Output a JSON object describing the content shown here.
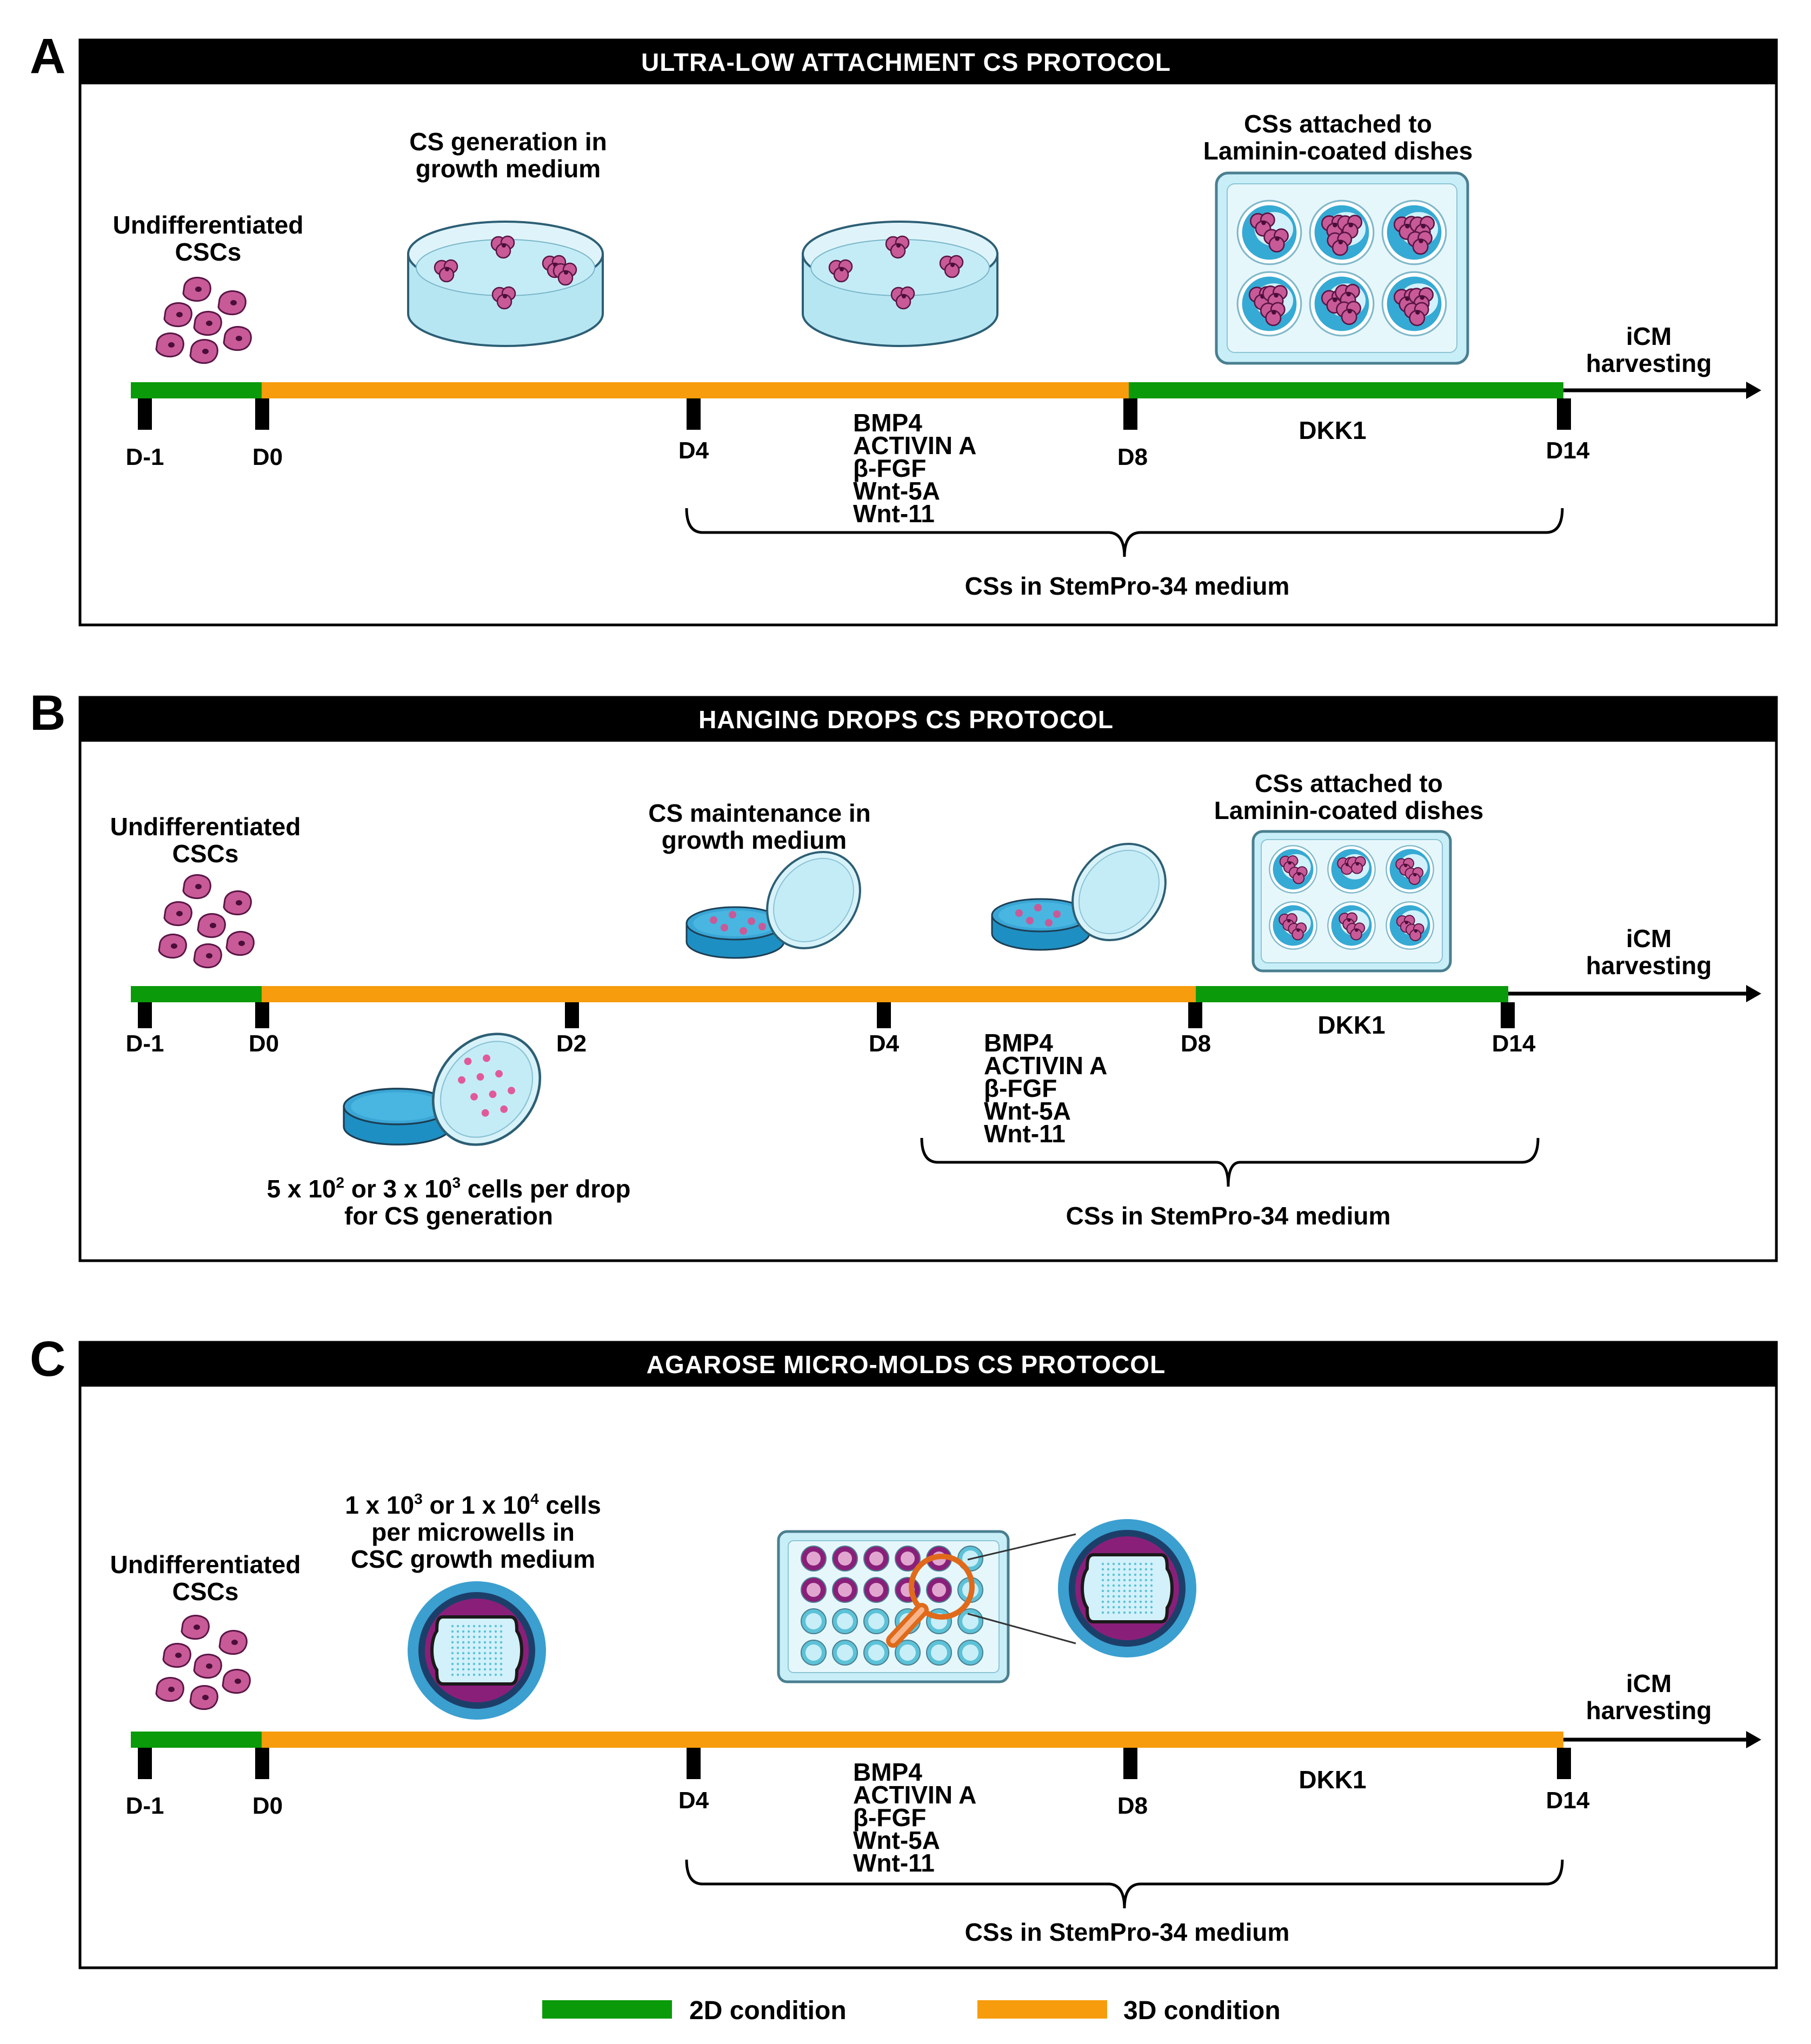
{
  "colors": {
    "two_d": "#0a9a0a",
    "three_d": "#f79c0c",
    "frame": "#000000",
    "cell": "#c85a98",
    "dish_rim": "#aee2f0",
    "well_blue": "#3fb3d6",
    "mold_purple": "#8a1f7a",
    "magnifier": "#e06a1a"
  },
  "panels": [
    {
      "letter": "A",
      "title": "ULTRA-LOW ATTACHMENT CS PROTOCOL",
      "start_label": [
        "Undifferentiated",
        "CSCs"
      ],
      "stage_label": [
        "CS generation in",
        "growth medium"
      ],
      "attach_label": [
        "CSs attached to",
        "Laminin-coated dishes"
      ],
      "end_label": [
        "iCM",
        "harvesting"
      ],
      "days": [
        "D-1",
        "D0",
        "D4",
        "D8",
        "D14"
      ],
      "factors": [
        "BMP4",
        "ACTIVIN A",
        "β-FGF",
        "Wnt-5A",
        "Wnt-11"
      ],
      "late_factor": "DKK1",
      "medium": "CSs in StemPro-34 medium"
    },
    {
      "letter": "B",
      "title": "HANGING DROPS CS PROTOCOL",
      "start_label": [
        "Undifferentiated",
        "CSCs"
      ],
      "stage_label": [
        "CS maintenance in",
        "growth medium"
      ],
      "attach_label": [
        "CSs attached to",
        "Laminin-coated dishes"
      ],
      "end_label": [
        "iCM",
        "harvesting"
      ],
      "days": [
        "D-1",
        "D0",
        "D2",
        "D4",
        "D8",
        "D14"
      ],
      "drop_label": {
        "l1_a": "5 x 10",
        "l1_a_sup": "2",
        "l1_b": " or 3 x 10",
        "l1_b_sup": "3",
        "l1_c": " cells per drop",
        "l2": "for CS generation"
      },
      "factors": [
        "BMP4",
        "ACTIVIN A",
        "β-FGF",
        "Wnt-5A",
        "Wnt-11"
      ],
      "late_factor": "DKK1",
      "medium": "CSs in StemPro-34 medium"
    },
    {
      "letter": "C",
      "title": "AGAROSE MICRO-MOLDS CS PROTOCOL",
      "start_label": [
        "Undifferentiated",
        "CSCs"
      ],
      "mold_label": {
        "l1_a": "1 x 10",
        "l1_a_sup": "3",
        "l1_b": " or 1 x 10",
        "l1_b_sup": "4",
        "l1_c": " cells",
        "l2": "per microwells in",
        "l3": "CSC growth medium"
      },
      "end_label": [
        "iCM",
        "harvesting"
      ],
      "days": [
        "D-1",
        "D0",
        "D4",
        "D8",
        "D14"
      ],
      "factors": [
        "BMP4",
        "ACTIVIN A",
        "β-FGF",
        "Wnt-5A",
        "Wnt-11"
      ],
      "late_factor": "DKK1",
      "medium": "CSs in StemPro-34 medium"
    }
  ],
  "legend": [
    {
      "label": "2D condition",
      "color": "#0a9a0a"
    },
    {
      "label": "3D condition",
      "color": "#f79c0c"
    }
  ]
}
